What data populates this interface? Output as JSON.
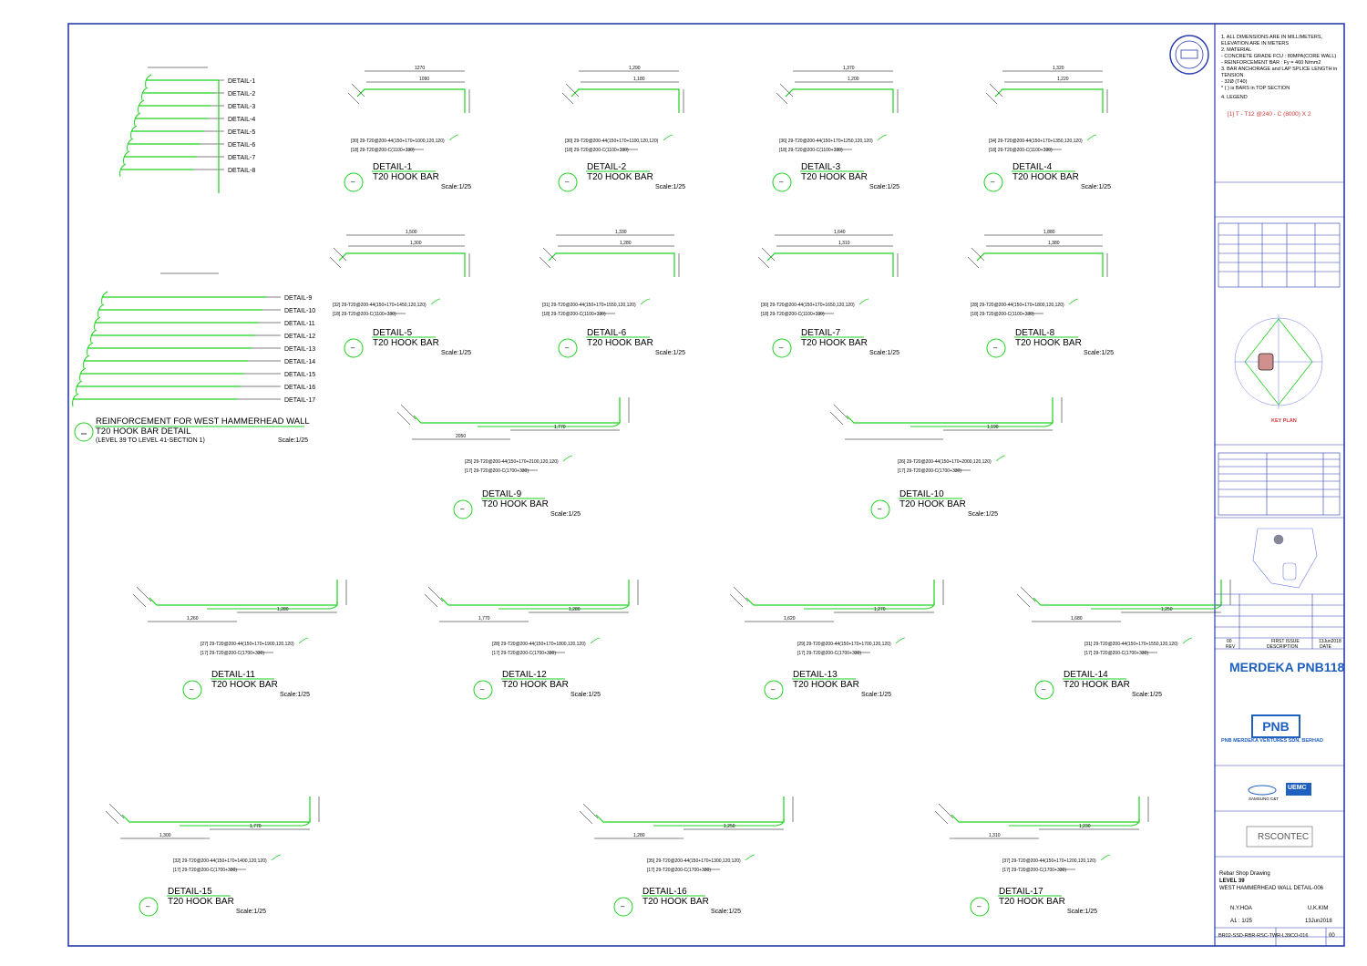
{
  "drawing": {
    "section_title_line1": "REINFORCEMENT FOR WEST HAMMERHEAD WALL",
    "section_title_line2": "T20 HOOK BAR DETAIL",
    "section_title_line3": "(LEVEL 39 TO LEVEL 41-SECTION 1)",
    "section_scale": "Scale:1/25",
    "stack_a_labels": [
      "DETAIL-1",
      "DETAIL-2",
      "DETAIL-3",
      "DETAIL-4",
      "DETAIL-5",
      "DETAIL-6",
      "DETAIL-7",
      "DETAIL-8"
    ],
    "stack_b_labels": [
      "DETAIL-9",
      "DETAIL-10",
      "DETAIL-11",
      "DETAIL-12",
      "DETAIL-13",
      "DETAIL-14",
      "DETAIL-15",
      "DETAIL-16",
      "DETAIL-17"
    ],
    "bar_title": "T20 HOOK BAR",
    "scale": "Scale:1/25",
    "marker": "–",
    "details": [
      {
        "name": "DETAIL-1",
        "dim_top": "1270",
        "dim_inner": "1090",
        "spec1": "[30] 29-T20@200-44(150+170+1000,120,120)",
        "spec2": "[18] 29-T20@200-C(1100+330)"
      },
      {
        "name": "DETAIL-2",
        "dim_top": "1,290",
        "dim_inner": "1,180",
        "spec1": "[30] 29-T20@200-44(150+170+1100,120,120)",
        "spec2": "[18] 29-T20@200-C(1100+330)"
      },
      {
        "name": "DETAIL-3",
        "dim_top": "1,370",
        "dim_inner": "1,200",
        "spec1": "[36] 29-T20@200-44(150+170+1250,120,120)",
        "spec2": "[18] 29-T20@200-C(1100+330)"
      },
      {
        "name": "DETAIL-4",
        "dim_top": "1,320",
        "dim_inner": "1,220",
        "spec1": "[34] 29-T20@200-44(150+170+1350,120,120)",
        "spec2": "[18] 29-T20@200-C(1100+330)"
      },
      {
        "name": "DETAIL-5",
        "dim_top": "1,500",
        "dim_inner": "1,300",
        "spec1": "[32] 29-T20@200-44(150+170+1450,120,120)",
        "spec2": "[18] 29-T20@200-C(1100+330)"
      },
      {
        "name": "DETAIL-6",
        "dim_top": "1,330",
        "dim_inner": "1,280",
        "spec1": "[31] 29-T20@200-44(150+170+1550,120,120)",
        "spec2": "[18] 29-T20@200-C(1100+330)"
      },
      {
        "name": "DETAIL-7",
        "dim_top": "1,640",
        "dim_inner": "1,310",
        "spec1": "[30] 29-T20@200-44(150+170+1650,120,120)",
        "spec2": "[18] 29-T20@200-C(1100+330)"
      },
      {
        "name": "DETAIL-8",
        "dim_top": "1,880",
        "dim_inner": "1,380",
        "spec1": "[28] 29-T20@200-44(150+170+1800,120,120)",
        "spec2": "[18] 29-T20@200-C(1100+330)"
      },
      {
        "name": "DETAIL-9",
        "dim_top": "2050",
        "dim_inner": "1,770",
        "spec1": "[25] 29-T20@200-44(150+170+2100,120,120)",
        "spec2": "[17] 29-T20@200-C(1700+330)"
      },
      {
        "name": "DETAIL-10",
        "dim_top": "",
        "dim_inner": "1,190",
        "spec1": "[26] 29-T20@200-44(150+170+2000,120,120)",
        "spec2": "[17] 29-T20@200-C(1700+330)"
      },
      {
        "name": "DETAIL-11",
        "dim_top": "1,260",
        "dim_inner": "1,280",
        "spec1": "[27] 29-T20@200-44(150+170+1900,120,120)",
        "spec2": "[17] 29-T20@200-C(1700+330)"
      },
      {
        "name": "DETAIL-12",
        "dim_top": "1,770",
        "dim_inner": "1,280",
        "spec1": "[28] 29-T20@200-44(150+170+1800,120,120)",
        "spec2": "[17] 29-T20@200-C(1700+330)"
      },
      {
        "name": "DETAIL-13",
        "dim_top": "1,620",
        "dim_inner": "1,270",
        "spec1": "[29] 29-T20@200-44(150+170+1700,120,120)",
        "spec2": "[17] 29-T20@200-C(1700+330)"
      },
      {
        "name": "DETAIL-14",
        "dim_top": "1,680",
        "dim_inner": "1,250",
        "spec1": "[31] 29-T20@200-44(150+170+1550,120,120)",
        "spec2": "[17] 29-T20@200-C(1700+330)"
      },
      {
        "name": "DETAIL-15",
        "dim_top": "1,300",
        "dim_inner": "1,770",
        "spec1": "[32] 29-T20@200-44(150+170+1400,120,120)",
        "spec2": "[17] 29-T20@200-C(1700+330)"
      },
      {
        "name": "DETAIL-16",
        "dim_top": "1,280",
        "dim_inner": "1,250",
        "spec1": "[35] 29-T20@200-44(150+170+1300,120,120)",
        "spec2": "[17] 29-T20@200-C(1700+330)"
      },
      {
        "name": "DETAIL-17",
        "dim_top": "1,310",
        "dim_inner": "1,230",
        "spec1": "[37] 29-T20@200-44(150+170+1200,120,120)",
        "spec2": "[17] 29-T20@200-C(1700+330)"
      }
    ]
  },
  "titleblock": {
    "notes": [
      "1. ALL DIMENSIONS ARE IN MILLIMETERS,",
      "   ELEVATION ARE IN METERS",
      "2. MATERIAL",
      "   - CONCRETE GRADE FCU : 80MPA(CORE WALL)",
      "   - REINFORCEMENT BAR : Fy = 460 N/mm2",
      "3. BAR ANCHORAGE and LAP SPLICE LENGTH in TENSION",
      "   - 32Ø (T40)",
      "   * ( ) is BARS in TOP SECTION",
      "4. LEGEND"
    ],
    "legend_code": "[1]  T  -  T12  @240  -  C  (8000)  X 2",
    "key_plan_label": "KEY PLAN",
    "issue_no": "00",
    "issue_desc": "FIRST ISSUE",
    "issue_date": "13Jun2018",
    "rev_col": "REV",
    "desc_col": "DESCRIPTION",
    "date_col": "DATE",
    "project_name": "MERDEKA PNB118",
    "client_logo": "PNB",
    "client_name": "PNB MERDEKA VENTURES SDN. BERHAD",
    "contractor_1": "SAMSUNG C&T",
    "contractor_2": "UEMC",
    "subcontractor": "RSCONTEC",
    "drawing_title_1": "Rebar Shop Drawing",
    "drawing_title_2": "LEVEL 39",
    "drawing_title_3": "WEST HAMMERHEAD WALL DETAIL-006",
    "drawn_by": "N.Y.HOA",
    "checked_by": "U.K.KIM",
    "scale": "A1 : 1/25",
    "date": "13Jun2018",
    "drawing_no": "BR02-SSD-RBR-RSC-TWR-L39CO-016",
    "rev": "00"
  }
}
